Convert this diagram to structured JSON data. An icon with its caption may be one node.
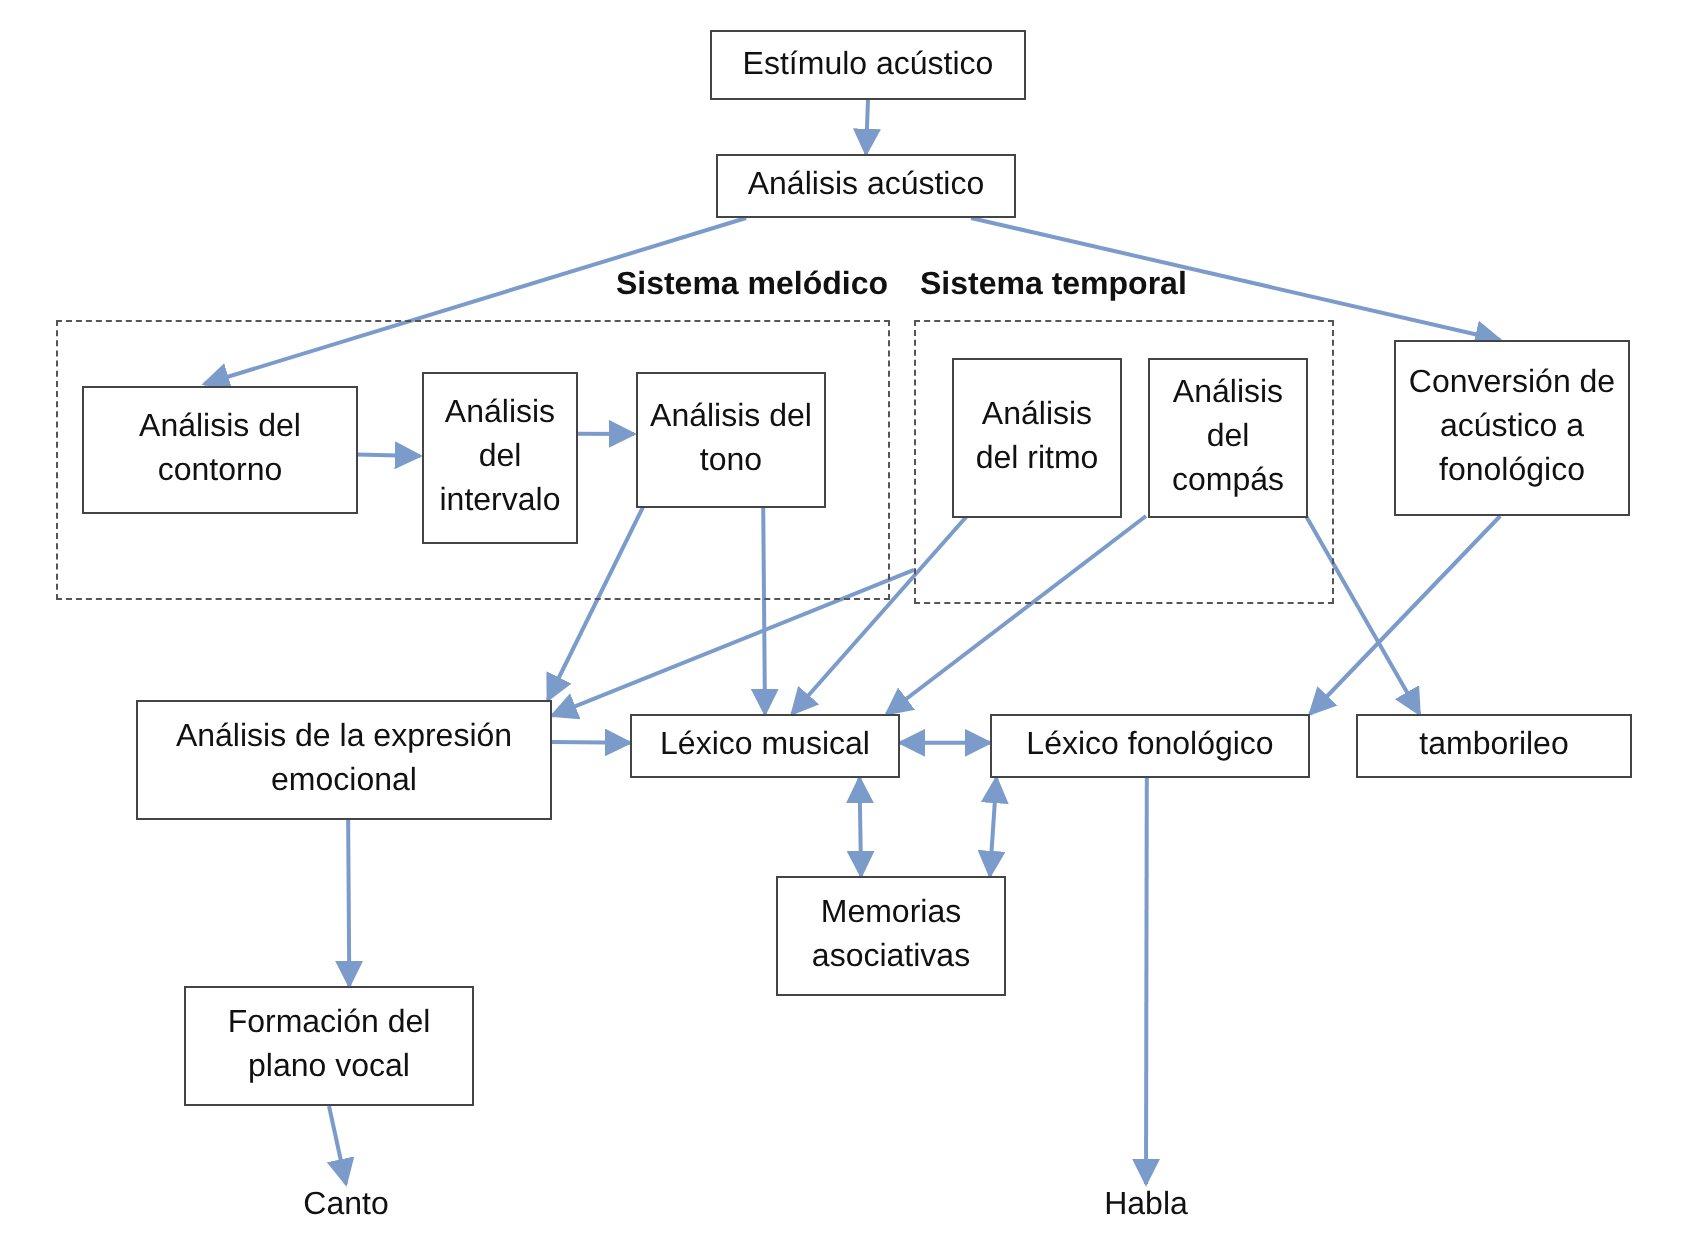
{
  "diagram": {
    "nodes": [
      {
        "text": [
          "Estímulo acústico"
        ]
      },
      {
        "text": [
          "Análisis acústico"
        ]
      },
      {
        "text": [
          "Sistema melódico"
        ]
      },
      {
        "text": [
          "Análisis del contorno"
        ],
        "in": 2
      },
      {
        "text": [
          "Análisis del intervalo"
        ],
        "in": 2
      },
      {
        "text": [
          "Análisis del tono"
        ],
        "in": 2
      },
      {
        "text": [
          "Sistema temporal"
        ]
      },
      {
        "text": [
          "Análisis del ritmo"
        ],
        "in": 6
      },
      {
        "text": [
          "Análisis del compás"
        ],
        "in": 6
      },
      {
        "text": [
          "Conversión de acústico a fonológico"
        ]
      },
      {
        "text": [
          "Análisis de la expresión emocional"
        ]
      },
      {
        "text": [
          "Léxico musical"
        ]
      },
      {
        "text": [
          "Léxico fonológico"
        ]
      },
      {
        "text": [
          "tamborileo"
        ]
      },
      {
        "text": [
          "Memorias asociativas"
        ]
      },
      {
        "text": [
          "Formación del plano vocal"
        ]
      },
      {
        "text": [
          "Canto"
        ]
      },
      {
        "text": [
          "Habla"
        ]
      }
    ],
    "edges": [
      {
        "from": 0,
        "to": 1,
        "arrow": "to"
      },
      {
        "from": 1,
        "to": 3,
        "arrow": "to"
      },
      {
        "from": 1,
        "to": 9,
        "arrow": "to"
      },
      {
        "from": 3,
        "to": 4,
        "arrow": "to"
      },
      {
        "from": 4,
        "to": 5,
        "arrow": "to"
      },
      {
        "from": 5,
        "to": 10,
        "arrow": "to"
      },
      {
        "from": 5,
        "to": 11,
        "arrow": "to"
      },
      {
        "from": 6,
        "to": 10,
        "arrow": "to"
      },
      {
        "from": 7,
        "to": 11,
        "arrow": "to"
      },
      {
        "from": 8,
        "to": 11,
        "arrow": "to"
      },
      {
        "from": 8,
        "to": 13,
        "arrow": "to"
      },
      {
        "from": 9,
        "to": 12,
        "arrow": "to"
      },
      {
        "from": 10,
        "to": 11,
        "arrow": "to"
      },
      {
        "from": 11,
        "to": 12,
        "arrow": "both"
      },
      {
        "from": 11,
        "to": 14,
        "arrow": "both"
      },
      {
        "from": 12,
        "to": 14,
        "arrow": "both"
      },
      {
        "from": 10,
        "to": 15,
        "arrow": "to"
      },
      {
        "from": 15,
        "to": 16,
        "arrow": "to"
      },
      {
        "from": 12,
        "to": 17,
        "arrow": "to"
      }
    ]
  }
}
